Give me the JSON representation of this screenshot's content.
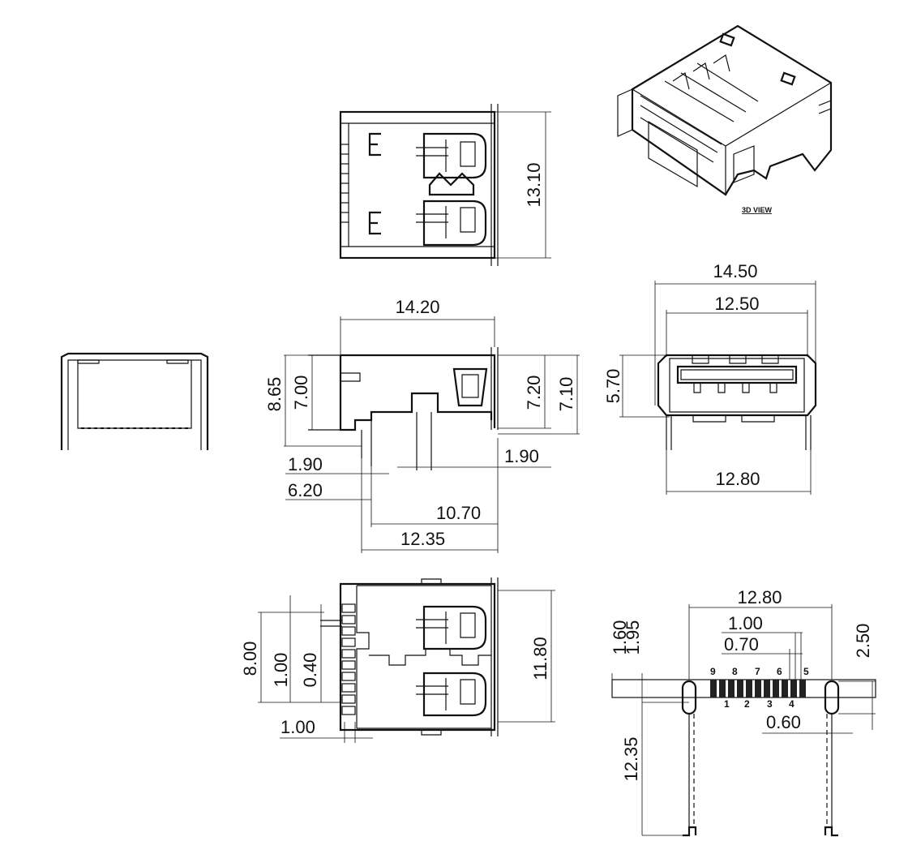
{
  "views": {
    "iso": {
      "caption": "3D VIEW"
    }
  },
  "dimensions": {
    "top_height": "13.10",
    "side_width": "14.20",
    "side_h1": "8.65",
    "side_h2": "7.00",
    "side_h3": "7.20",
    "side_h4": "7.10",
    "side_b1": "1.90",
    "side_b2": "1.90",
    "side_b3": "6.20",
    "side_b4": "10.70",
    "side_b5": "12.35",
    "front_w1": "14.50",
    "front_w2": "12.50",
    "front_h": "5.70",
    "front_w3": "12.80",
    "bottom_h1": "8.00",
    "bottom_h2": "1.00",
    "bottom_h3": "0.40",
    "bottom_h4": "11.80",
    "bottom_w1": "1.00",
    "fp_w": "12.80",
    "fp_p1": "1.00",
    "fp_p2": "0.70",
    "fp_v1": "1.60",
    "fp_v2": "1.95",
    "fp_v3": "2.50",
    "fp_v4": "0.60",
    "fp_v5": "12.35"
  },
  "pins": {
    "top": [
      "9",
      "8",
      "7",
      "6",
      "5"
    ],
    "bottom": [
      "1",
      "2",
      "3",
      "4"
    ]
  }
}
